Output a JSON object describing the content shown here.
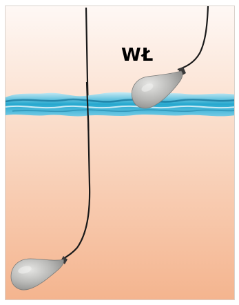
{
  "diagram": {
    "state_label": "WŁ",
    "colors": {
      "background_top": "#fef8f5",
      "background_bottom": "#f4b48e",
      "water_main": "#1aa5cf",
      "water_light": "#9fdcf0",
      "water_dark": "#0f6f96",
      "cable": "#1a1a1a",
      "float_body": "#b9b9b7",
      "float_shadow": "#8a8a88",
      "float_highlight": "#e6e6e4",
      "float_collar": "#3a3a3a"
    },
    "icons": {
      "floating_switch": "float-switch-on",
      "sunk_switch": "float-switch-resting"
    }
  }
}
